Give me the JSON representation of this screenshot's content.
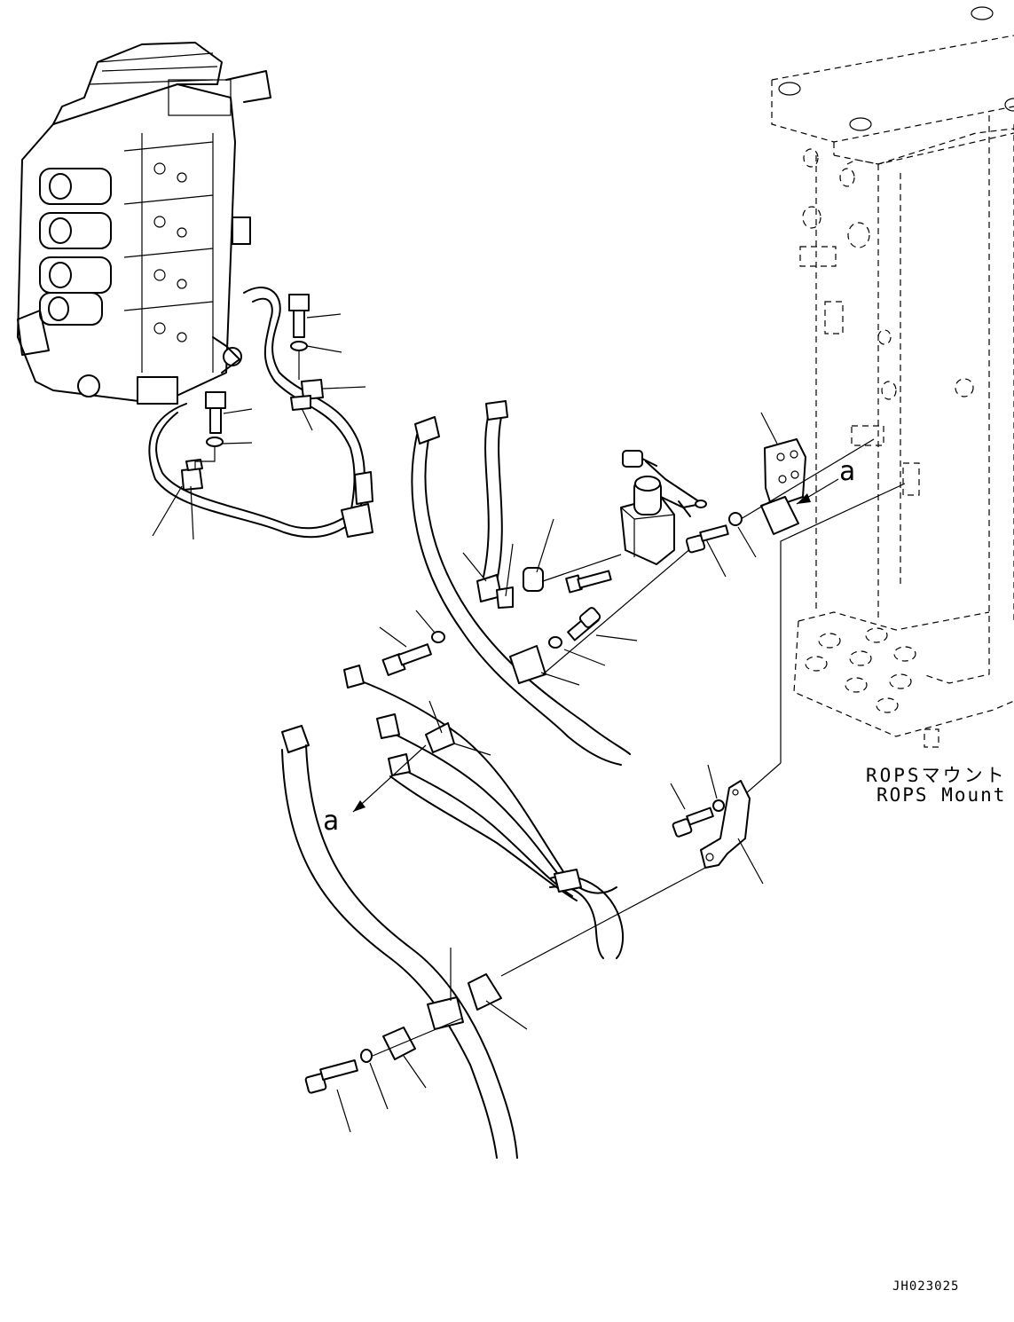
{
  "callouts": {
    "a_right": "a",
    "a_left": "a"
  },
  "rops_label": {
    "jp": "ROPSマウント",
    "en": "ROPS Mount"
  },
  "drawing_id": "JH023025"
}
